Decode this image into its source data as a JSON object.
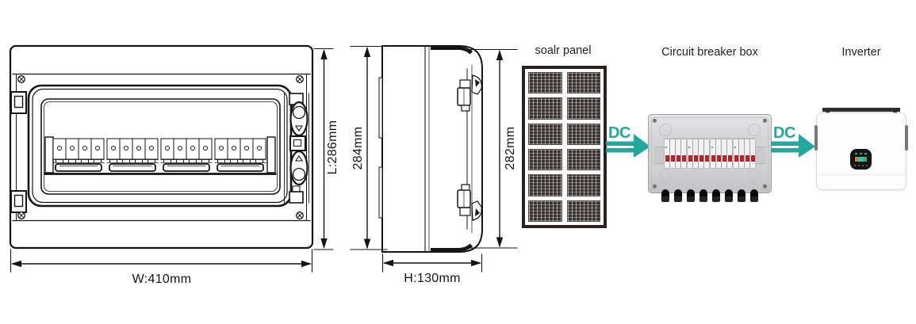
{
  "diagram": {
    "front_view": {
      "width_label": "W:410mm",
      "height_label": "L:286mm"
    },
    "side_view": {
      "outer_height_label": "284mm",
      "inner_height_label": "282mm",
      "depth_label": "H:130mm"
    },
    "flow": {
      "steps": [
        {
          "label": "soalr panel"
        },
        {
          "label": "Circuit breaker box"
        },
        {
          "label": "Inverter"
        }
      ],
      "arrows": [
        {
          "label": "DC"
        },
        {
          "label": "DC"
        }
      ]
    },
    "colors": {
      "accent_teal": "#23a79e",
      "line_black": "#141414",
      "breaker_red": "#b2262b"
    }
  }
}
